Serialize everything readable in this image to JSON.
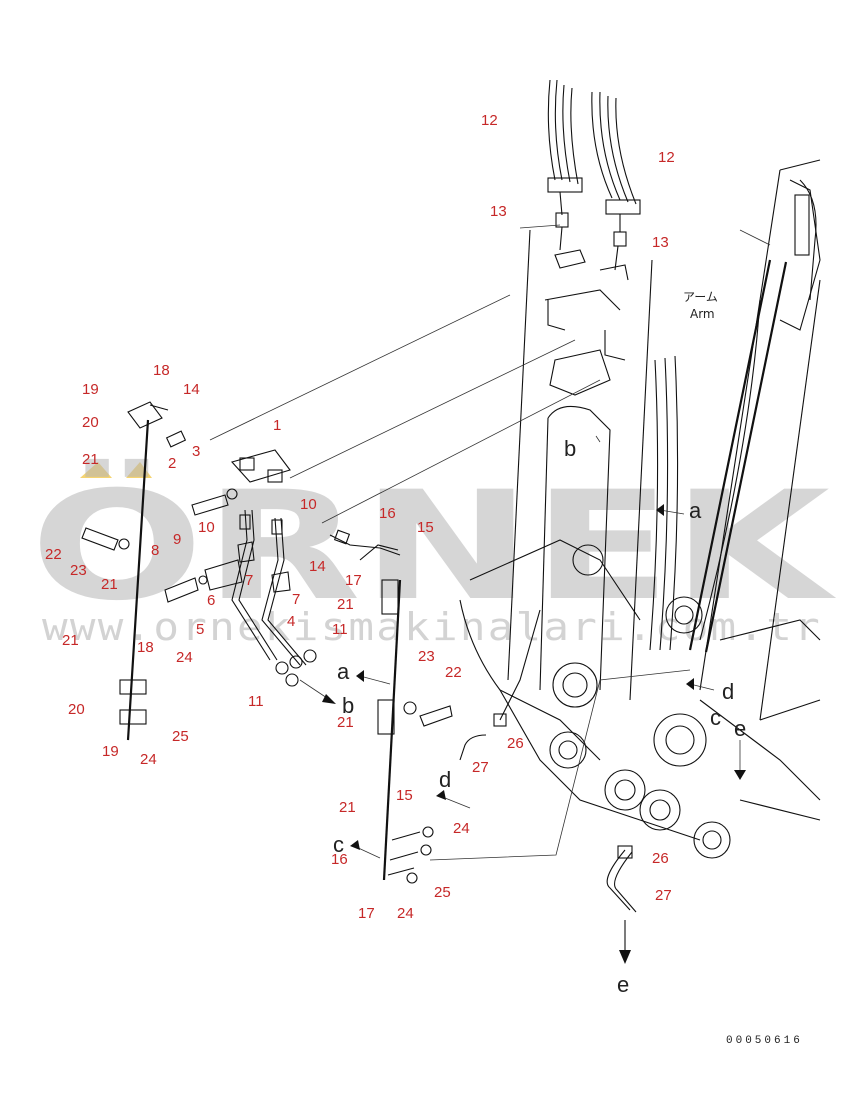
{
  "part_numbers": [
    "1",
    "2",
    "3",
    "4",
    "5",
    "6",
    "7",
    "7",
    "8",
    "9",
    "10",
    "10",
    "11",
    "11",
    "12",
    "12",
    "13",
    "13",
    "14",
    "14",
    "15",
    "15",
    "16",
    "16",
    "17",
    "17",
    "18",
    "18",
    "19",
    "19",
    "20",
    "20",
    "21",
    "21",
    "21",
    "21",
    "21",
    "21",
    "22",
    "22",
    "23",
    "23",
    "24",
    "24",
    "24",
    "24",
    "25",
    "25",
    "26",
    "26",
    "27",
    "27"
  ],
  "connector_letters": [
    "a",
    "a",
    "b",
    "b",
    "c",
    "c",
    "d",
    "d",
    "e",
    "e"
  ],
  "arm_label_jp": "アーム",
  "arm_label_en": "Arm",
  "drawing_code": "00050616",
  "watermark": {
    "brand": "ÖRNEK",
    "url": "www.ornekismakinalari.com.tr"
  },
  "colors": {
    "label": "#c62828",
    "line": "#111111",
    "watermark": "#b5b5b5",
    "watermark_accent": "#f2c94c"
  }
}
